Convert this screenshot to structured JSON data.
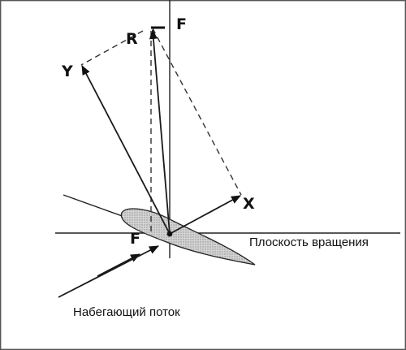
{
  "labels": {
    "force_resultant": "R",
    "force_top": "F",
    "force_at_center": "F",
    "axis_y": "Y",
    "axis_x": "X",
    "rotation_plane": "Плоскость вращения",
    "incoming_flow": "Набегающий поток"
  },
  "colors": {
    "frame": "#555555",
    "lines": "#222222",
    "airfoil_fill": "#cfcfcf",
    "airfoil_hatch": "#9a9a9a"
  }
}
